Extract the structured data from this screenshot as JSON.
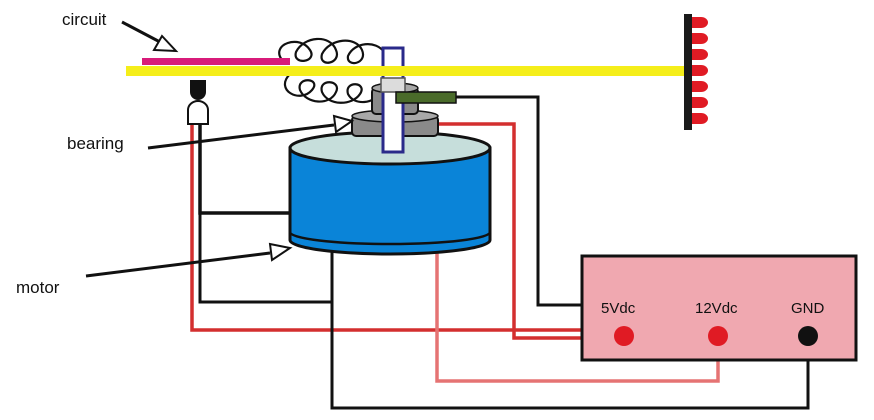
{
  "labels": {
    "circuit": "circuit",
    "bearing": "bearing",
    "motor": "motor"
  },
  "power_supply": {
    "terminals": [
      {
        "label": "5Vdc",
        "color": "#e01b24"
      },
      {
        "label": "12Vdc",
        "color": "#e01b24"
      },
      {
        "label": "GND",
        "color": "#111111"
      }
    ],
    "box_color": "#f0a8b0"
  },
  "colors": {
    "arm": "#f5ee1a",
    "circuit_strip": "#d81b7a",
    "motor_body": "#0a84d8",
    "motor_top": "#c6dedb",
    "bearing": "#8a8a8a",
    "shaft": "#2a2a8a",
    "led": "#e01b24",
    "wire_red": "#d32f2f",
    "wire_pink": "#e57373",
    "wire_black": "#111111",
    "sensor": "#4a6b2a"
  }
}
